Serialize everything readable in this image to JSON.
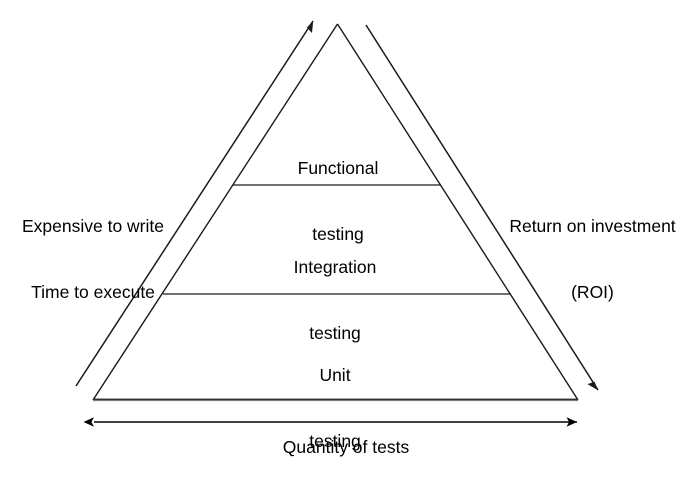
{
  "diagram": {
    "kind": "test-automation-pyramid",
    "title_caption": "Quantity of tests",
    "background_color": "#ffffff",
    "stroke_color": "#1a1a1a",
    "base_stroke_color": "#808080",
    "tiers": [
      {
        "id": "functional",
        "line1": "Functional",
        "line2": "testing",
        "position": "top"
      },
      {
        "id": "integration",
        "line1": "Integration",
        "line2": "testing",
        "position": "middle"
      },
      {
        "id": "unit",
        "line1": "Unit",
        "line2": "testing",
        "position": "bottom"
      }
    ],
    "left_axis": {
      "line1": "Expensive to write",
      "line2": "Time to execute",
      "arrow_direction": "up"
    },
    "right_axis": {
      "line1": "Return on investment",
      "line2": "(ROI)",
      "arrow_direction": "down"
    },
    "bottom_axis": {
      "label": "Quantity of tests",
      "arrow_direction": "both"
    }
  }
}
